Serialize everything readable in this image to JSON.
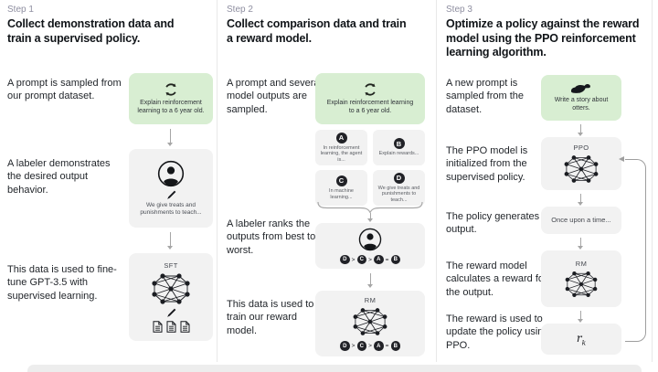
{
  "figure": {
    "description_colors": {
      "prompt_card_green": "#d8eed2",
      "card_gray": "#f2f2f2",
      "chip_dark": "#212227",
      "arrow_gray": "#a6a6a6",
      "step_label_gray": "#8e8ea0"
    },
    "icons": {
      "prompt_sampling": "cycle-icon",
      "labeler": "labeler-icon",
      "edit": "pencil-icon",
      "documents": "document-icon",
      "model": "neural-network-icon",
      "otter_prompt": "otter-icon",
      "grouping": "brace-icon"
    }
  },
  "steps": [
    {
      "label": "Step 1",
      "heading": "Collect demonstration data and train a supervised policy.",
      "annotations": [
        "A prompt is sampled from our prompt dataset.",
        "A labeler demonstrates the desired output behavior.",
        "This data is used to fine-tune GPT-3.5 with supervised learning."
      ],
      "prompt": "Explain reinforcement learning to a 6 year old.",
      "labeler_note": "We give treats and punishments to teach...",
      "model_label": "SFT"
    },
    {
      "label": "Step 2",
      "heading": "Collect comparison data and train a reward model.",
      "annotations": [
        "A prompt and several model outputs are sampled.",
        "A labeler ranks the outputs from best to worst.",
        "This data is used to train our reward model."
      ],
      "prompt": "Explain reinforcement learning to a 6 year old.",
      "outputs": [
        {
          "letter": "A",
          "text": "In reinforcement learning, the agent is..."
        },
        {
          "letter": "B",
          "text": "Explain rewards..."
        },
        {
          "letter": "C",
          "text": "In machine learning..."
        },
        {
          "letter": "D",
          "text": "We give treats and punishments to teach..."
        }
      ],
      "ranking": [
        "D",
        ">",
        "C",
        ">",
        "A",
        "=",
        "B"
      ],
      "model_label": "RM"
    },
    {
      "label": "Step 3",
      "heading": "Optimize a policy against the reward model using the PPO reinforcement learning algorithm.",
      "annotations": [
        "A new prompt is sampled from the dataset.",
        "The PPO model is initialized from the supervised policy.",
        "The policy generates an output.",
        "The reward model calculates a reward for the output.",
        "The reward is used to update the policy using PPO."
      ],
      "prompt": "Write a story about otters.",
      "ppo_label": "PPO",
      "output_text": "Once upon a time...",
      "rm_label": "RM",
      "reward": {
        "symbol": "r",
        "subscript": "k"
      }
    }
  ]
}
